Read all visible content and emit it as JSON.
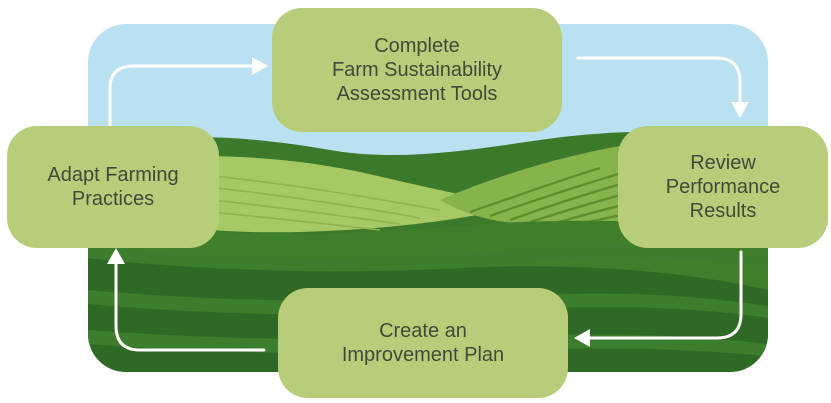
{
  "diagram": {
    "nodes": [
      {
        "id": "complete",
        "label": "Complete\nFarm Sustainability\nAssessment Tools"
      },
      {
        "id": "review",
        "label": "Review\nPerformance\nResults"
      },
      {
        "id": "plan",
        "label": "Create an\nImprovement Plan"
      },
      {
        "id": "adapt",
        "label": "Adapt Farming\nPractices"
      }
    ],
    "edges": [
      {
        "from": "complete",
        "to": "review"
      },
      {
        "from": "review",
        "to": "plan"
      },
      {
        "from": "plan",
        "to": "adapt"
      },
      {
        "from": "adapt",
        "to": "complete"
      }
    ],
    "colors": {
      "sky": "#b9e1f2",
      "node_fill": "#b7cd7a",
      "node_text": "#3f4a3a",
      "arrow": "#ffffff",
      "light_field": "#9fc25a",
      "mid_field": "#5e9a3c",
      "dark_field": "#2f6a26"
    }
  }
}
